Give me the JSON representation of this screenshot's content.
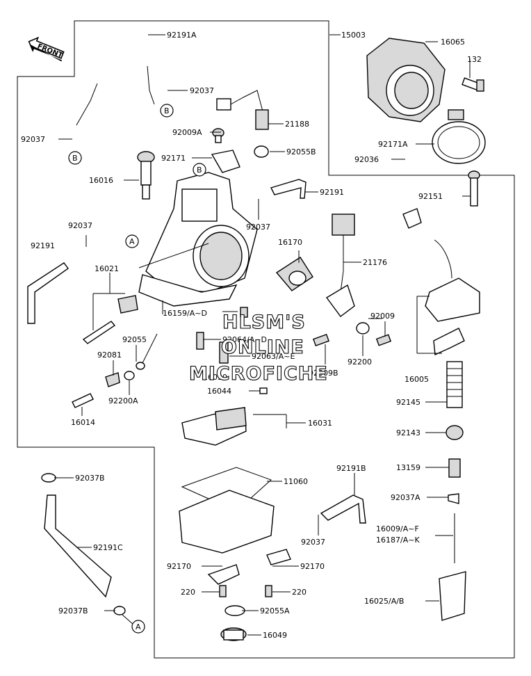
{
  "diagram": {
    "front_label": "FRONT",
    "watermark": {
      "line1": "HLSM'S",
      "line2": "ONLINE",
      "line3": "MICROFICHE"
    },
    "callouts": {
      "c92191A": "92191A",
      "c15003": "15003",
      "c16065": "16065",
      "c132": "132",
      "c92037_1": "92037",
      "c92037_2": "92037",
      "c21188": "21188",
      "c92009A": "92009A",
      "c92171A": "92171A",
      "c92171": "92171",
      "c92055B": "92055B",
      "c92036": "92036",
      "c16016": "16016",
      "c92191_1": "92191",
      "c92151": "92151",
      "c92037_3": "92037",
      "c92037_4": "92037",
      "c92191_2": "92191",
      "c16170": "16170",
      "c21176": "21176",
      "c16021": "16021",
      "c16159": "16159/A~D",
      "c92009": "92009",
      "c92055": "92055",
      "c92064": "92064/A~D",
      "c92081": "92081",
      "c92063": "92063/A~E",
      "c92200": "92200",
      "c92009B": "92009B",
      "c16030": "16030",
      "c16005": "16005",
      "c92200A": "92200A",
      "c16044": "16044",
      "c92145": "92145",
      "c16014": "16014",
      "c16031": "16031",
      "c92143": "92143",
      "c92191B": "92191B",
      "c13159": "13159",
      "c92037B_1": "92037B",
      "c11060": "11060",
      "c92037A": "92037A",
      "c16009": "16009/A~F",
      "c16187": "16187/A~K",
      "c92037_5": "92037",
      "c92191C": "92191C",
      "c92170_1": "92170",
      "c92170_2": "92170",
      "c220_1": "220",
      "c220_2": "220",
      "c16025": "16025/A/B",
      "c92037B_2": "92037B",
      "c92055A": "92055A",
      "c16049": "16049"
    },
    "markers": {
      "b1": "B",
      "b2": "B",
      "b3": "B",
      "a1": "A",
      "a2": "A"
    }
  }
}
